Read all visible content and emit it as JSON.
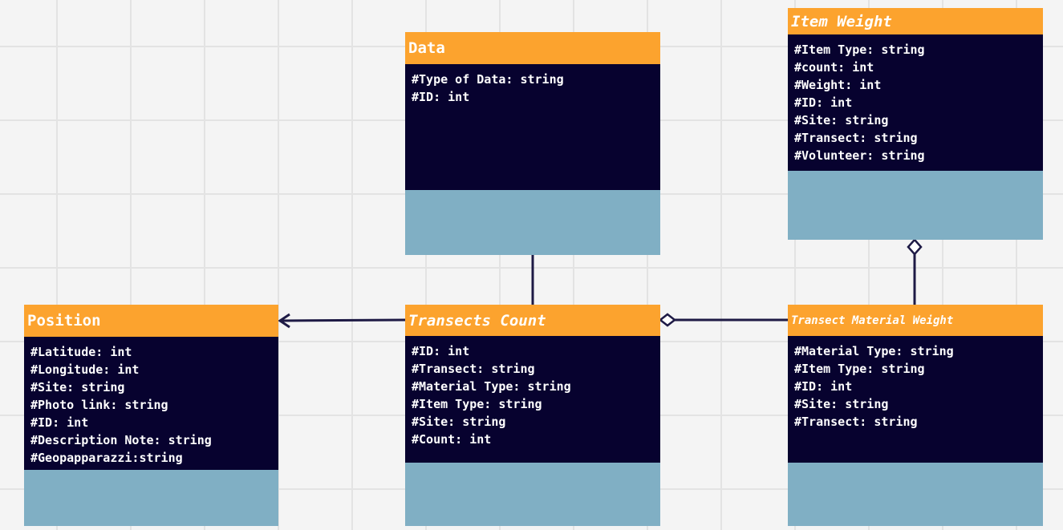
{
  "classes": {
    "data": {
      "name": "Data",
      "attributes": [
        "#Type of Data: string",
        "#ID: int"
      ]
    },
    "item_weight": {
      "name": "Item Weight",
      "attributes": [
        "#Item Type: string",
        "#count: int",
        "#Weight: int",
        "#ID: int",
        "#Site: string",
        "#Transect: string",
        "#Volunteer: string"
      ]
    },
    "position": {
      "name": "Position",
      "attributes": [
        "#Latitude: int",
        "#Longitude: int",
        "#Site: string",
        "#Photo link: string",
        "#ID: int",
        "#Description Note: string",
        "#Geopapparazzi:string"
      ]
    },
    "transects_count": {
      "name": "Transects Count",
      "attributes": [
        "#ID: int",
        "#Transect: string",
        "#Material Type: string",
        "#Item Type: string",
        "#Site: string",
        "#Count: int"
      ]
    },
    "transect_material_weight": {
      "name": "Transect Material Weight",
      "attributes": [
        "#Material Type: string",
        "#Item Type: string",
        "#ID: int",
        "#Site: string",
        "#Transect: string"
      ]
    }
  },
  "relations": [
    {
      "from": "transects_count",
      "to": "data",
      "kind": "association"
    },
    {
      "from": "transects_count",
      "to": "position",
      "kind": "directed-association"
    },
    {
      "from": "transect_material_weight",
      "to": "transects_count",
      "kind": "aggregation"
    },
    {
      "from": "transect_material_weight",
      "to": "item_weight",
      "kind": "aggregation"
    }
  ],
  "colors": {
    "header": "#fca32e",
    "attributes_bg": "#07022f",
    "methods_bg": "#80afc4",
    "connector": "#1e1a45",
    "grid": "#e3e3e3",
    "canvas_bg": "#f4f4f4"
  }
}
